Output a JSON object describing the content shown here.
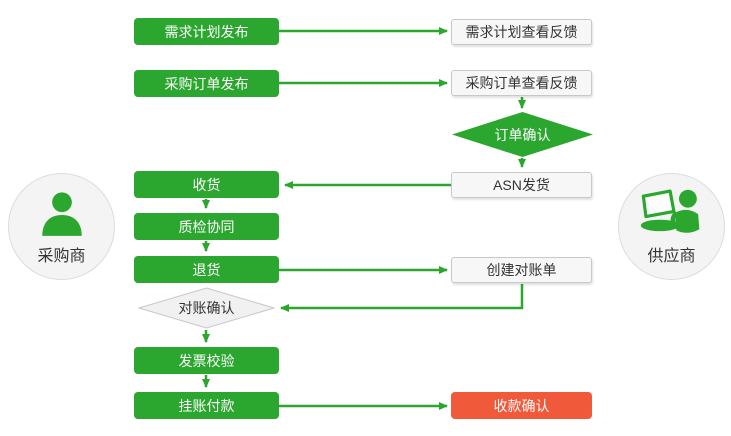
{
  "actors": {
    "buyer": {
      "label": "采购商",
      "icon": "person-icon"
    },
    "supplier": {
      "label": "供应商",
      "icon": "person-laptop-icon"
    }
  },
  "nodes": {
    "demand_plan_publish": {
      "label": "需求计划发布"
    },
    "demand_plan_feedback": {
      "label": "需求计划查看反馈"
    },
    "purchase_order_publish": {
      "label": "采购订单发布"
    },
    "purchase_order_feedback": {
      "label": "采购订单查看反馈"
    },
    "order_confirm": {
      "label": "订单确认"
    },
    "asn_shipping": {
      "label": "ASN发货"
    },
    "goods_receipt": {
      "label": "收货"
    },
    "quality_inspection": {
      "label": "质检协同"
    },
    "goods_return": {
      "label": "退货"
    },
    "create_statement": {
      "label": "创建对账单"
    },
    "statement_confirm": {
      "label": "对账确认"
    },
    "invoice_verification": {
      "label": "发票校验"
    },
    "pending_payment": {
      "label": "挂账付款"
    },
    "payment_receipt_confirm": {
      "label": "收款确认"
    }
  },
  "colors": {
    "green": "#2BA62F",
    "red": "#F1593B",
    "light_fill": "#F7F7F7",
    "light_border": "#C8C8C8",
    "text_dark": "#333333",
    "circle_fill": "#F4F4F4",
    "circle_border": "#DCDCDC"
  }
}
